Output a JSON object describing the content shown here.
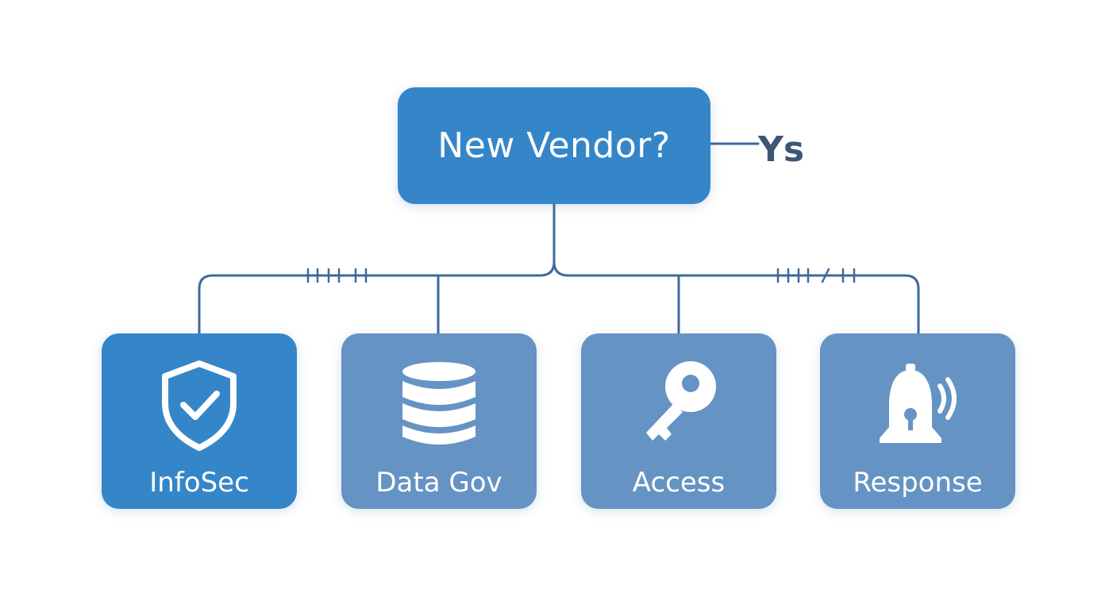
{
  "colors": {
    "primary": "#3586c8",
    "secondary": "#6593c3",
    "connector": "#3d6a9c",
    "branch_text": "#3d5673",
    "icon_fill": "#ffffff"
  },
  "decision": {
    "label": "New Vendor?",
    "branch_label": "Ys"
  },
  "nodes": [
    {
      "label": "InfoSec",
      "icon": "shield-check-icon",
      "style": "primary"
    },
    {
      "label": "Data Gov",
      "icon": "database-icon",
      "style": "secondary"
    },
    {
      "label": "Access",
      "icon": "key-icon",
      "style": "secondary"
    },
    {
      "label": "Response",
      "icon": "alarm-bell-icon",
      "style": "secondary"
    }
  ]
}
